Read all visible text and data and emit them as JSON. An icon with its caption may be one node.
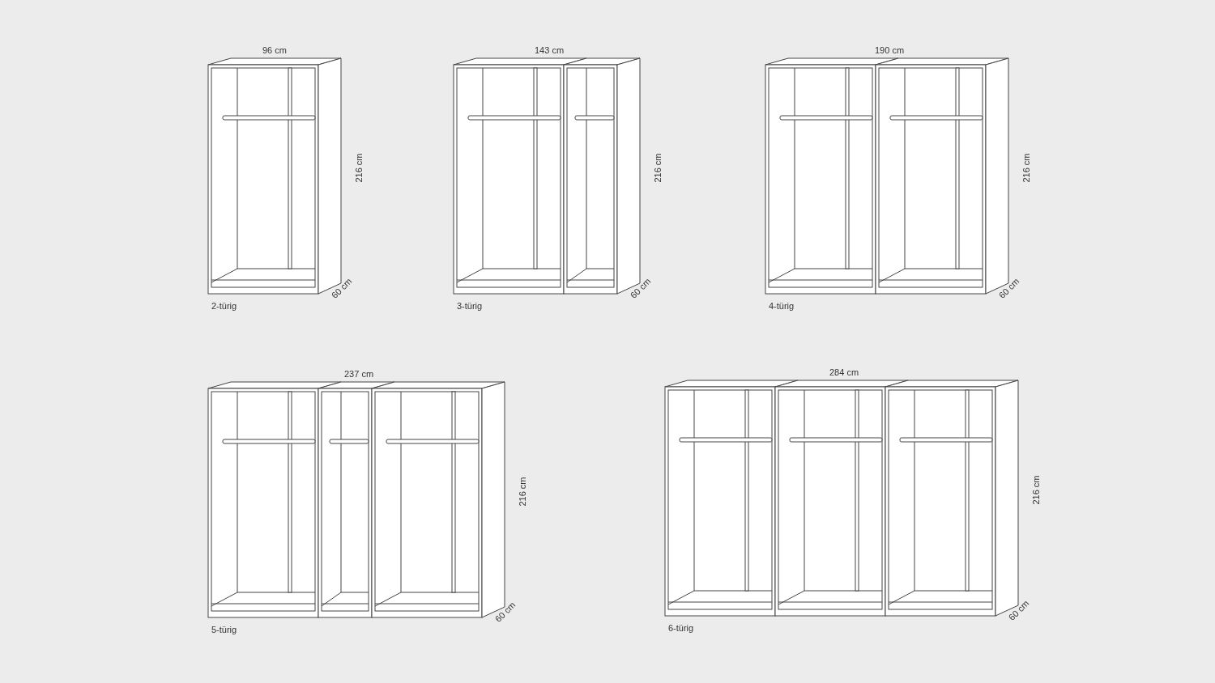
{
  "diagram": {
    "nodes": [
      {
        "text": [
          "2-türig"
        ],
        "beside": [
          "96 cm",
          "216 cm",
          "60 cm"
        ]
      },
      {
        "text": [
          "3-türig"
        ],
        "beside": [
          "143 cm",
          "216 cm",
          "60 cm"
        ]
      },
      {
        "text": [
          "4-türig"
        ],
        "beside": [
          "190 cm",
          "216 cm",
          "60 cm"
        ]
      },
      {
        "text": [
          "5-türig"
        ],
        "beside": [
          "237 cm",
          "216 cm",
          "60 cm"
        ]
      },
      {
        "text": [
          "6-türig"
        ],
        "beside": [
          "284 cm",
          "216 cm",
          "60 cm"
        ]
      }
    ]
  }
}
